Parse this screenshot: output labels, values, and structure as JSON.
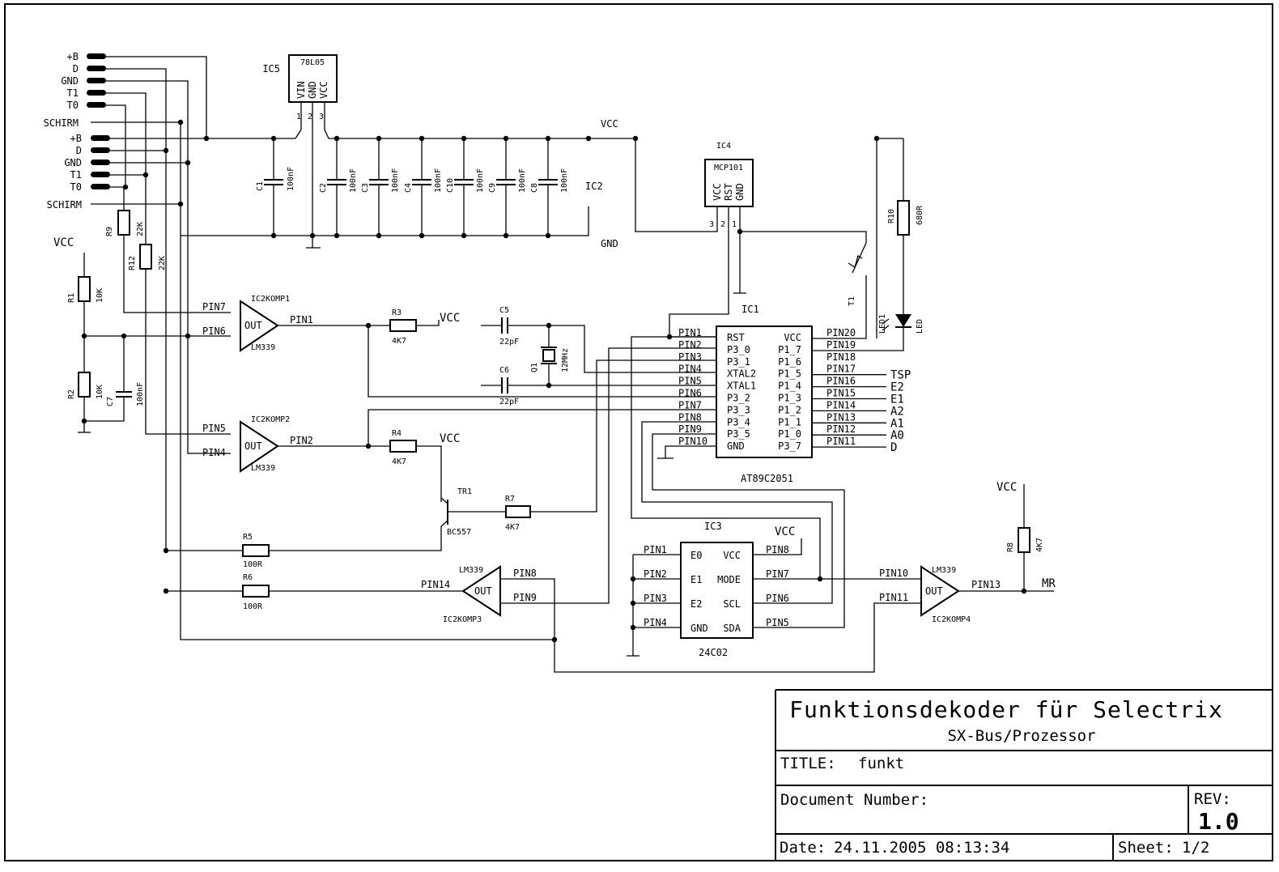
{
  "connector": {
    "upper": [
      "+B",
      "D",
      "GND",
      "T1",
      "T0"
    ],
    "lower": [
      "+B",
      "D",
      "GND",
      "T1",
      "T0"
    ],
    "shield_upper": "SCHIRM",
    "shield_lower": "SCHIRM"
  },
  "nets": {
    "vcc": "VCC",
    "gnd": "GND"
  },
  "regulator": {
    "ref": "IC5",
    "part": "78L05",
    "pins": [
      "VIN",
      "GND",
      "VCC"
    ],
    "pin_numbers": [
      "1",
      "2",
      "3"
    ]
  },
  "caps": {
    "c1": {
      "ref": "C1",
      "value": "100nF"
    },
    "bank": [
      {
        "ref": "C2",
        "value": "100nF"
      },
      {
        "ref": "C3",
        "value": "100nF"
      },
      {
        "ref": "C4",
        "value": "100nF"
      },
      {
        "ref": "C10",
        "value": "100nF"
      },
      {
        "ref": "C9",
        "value": "100nF"
      },
      {
        "ref": "C8",
        "value": "100nF"
      }
    ],
    "ic2_label": "IC2",
    "c5": {
      "ref": "C5",
      "value": "22pF"
    },
    "c6": {
      "ref": "C6",
      "value": "22pF"
    },
    "c7": {
      "ref": "C7",
      "value": "100nF"
    }
  },
  "reset_ic": {
    "ref": "IC4",
    "part": "MCP101",
    "pins": [
      "VCC",
      "RST",
      "GND"
    ],
    "pin_numbers": [
      "3",
      "2",
      "1"
    ]
  },
  "resistors": {
    "r1": {
      "ref": "R1",
      "value": "10K"
    },
    "r2": {
      "ref": "R2",
      "value": "10K"
    },
    "r3": {
      "ref": "R3",
      "value": "4K7"
    },
    "r4": {
      "ref": "R4",
      "value": "4K7"
    },
    "r5": {
      "ref": "R5",
      "value": "100R"
    },
    "r6": {
      "ref": "R6",
      "value": "100R"
    },
    "r7": {
      "ref": "R7",
      "value": "4K7"
    },
    "r8": {
      "ref": "R8",
      "value": "4K7"
    },
    "r9": {
      "ref": "R9",
      "value": "22K"
    },
    "r10": {
      "ref": "R10",
      "value": "680R"
    },
    "r12": {
      "ref": "R12",
      "value": "22K"
    }
  },
  "comparators": {
    "komp1": {
      "ref": "IC2KOMP1",
      "part": "LM339",
      "in_plus": "PIN7",
      "in_minus": "PIN6",
      "out": "PIN1",
      "out_label": "OUT"
    },
    "komp2": {
      "ref": "IC2KOMP2",
      "part": "LM339",
      "in_plus": "PIN5",
      "in_minus": "PIN4",
      "out": "PIN2",
      "out_label": "OUT"
    },
    "komp3": {
      "ref": "IC2KOMP3",
      "part": "LM339",
      "in_a": "PIN8",
      "in_b": "PIN9",
      "out": "PIN14",
      "out_label": "OUT"
    },
    "komp4": {
      "ref": "IC2KOMP4",
      "part": "LM339",
      "in_a": "PIN10",
      "in_b": "PIN11",
      "out": "PIN13",
      "out_label": "OUT"
    }
  },
  "crystal": {
    "ref": "Q1",
    "value": "12MHz"
  },
  "transistor": {
    "ref": "TR1",
    "part": "BC557"
  },
  "switch": {
    "ref": "T1"
  },
  "led": {
    "ref": "LED1",
    "value": "LED"
  },
  "mcu": {
    "ref": "IC1",
    "part": "AT89C2051",
    "left": [
      {
        "pin": "PIN1",
        "name": "RST"
      },
      {
        "pin": "PIN2",
        "name": "P3_0"
      },
      {
        "pin": "PIN3",
        "name": "P3_1"
      },
      {
        "pin": "PIN4",
        "name": "XTAL2"
      },
      {
        "pin": "PIN5",
        "name": "XTAL1"
      },
      {
        "pin": "PIN6",
        "name": "P3_2"
      },
      {
        "pin": "PIN7",
        "name": "P3_3"
      },
      {
        "pin": "PIN8",
        "name": "P3_4"
      },
      {
        "pin": "PIN9",
        "name": "P3_5"
      },
      {
        "pin": "PIN10",
        "name": "GND"
      }
    ],
    "right": [
      {
        "pin": "PIN20",
        "name": "VCC",
        "net": ""
      },
      {
        "pin": "PIN19",
        "name": "P1_7",
        "net": ""
      },
      {
        "pin": "PIN18",
        "name": "P1_6",
        "net": ""
      },
      {
        "pin": "PIN17",
        "name": "P1_5",
        "net": "TSP"
      },
      {
        "pin": "PIN16",
        "name": "P1_4",
        "net": "E2"
      },
      {
        "pin": "PIN15",
        "name": "P1_3",
        "net": "E1"
      },
      {
        "pin": "PIN14",
        "name": "P1_2",
        "net": "A2"
      },
      {
        "pin": "PIN13",
        "name": "P1_1",
        "net": "A1"
      },
      {
        "pin": "PIN12",
        "name": "P1_0",
        "net": "A0"
      },
      {
        "pin": "PIN11",
        "name": "P3_7",
        "net": "D"
      }
    ]
  },
  "eeprom": {
    "ref": "IC3",
    "part": "24C02",
    "left": [
      {
        "pin": "PIN1",
        "name": "E0"
      },
      {
        "pin": "PIN2",
        "name": "E1"
      },
      {
        "pin": "PIN3",
        "name": "E2"
      },
      {
        "pin": "PIN4",
        "name": "GND"
      }
    ],
    "right": [
      {
        "pin": "PIN8",
        "name": "VCC"
      },
      {
        "pin": "PIN7",
        "name": "MODE"
      },
      {
        "pin": "PIN6",
        "name": "SCL"
      },
      {
        "pin": "PIN5",
        "name": "SDA"
      }
    ]
  },
  "mr_label": "MR",
  "title_block": {
    "title": "Funktionsdekoder für Selectrix",
    "subtitle": "SX-Bus/Prozessor",
    "title_label": "TITLE:",
    "title_value": "funkt",
    "docnum_label": "Document Number:",
    "rev_label": "REV:",
    "rev_value": "1.0",
    "date_label": "Date:",
    "date_value": "24.11.2005 08:13:34",
    "sheet_label": "Sheet:",
    "sheet_value": "1/2"
  }
}
